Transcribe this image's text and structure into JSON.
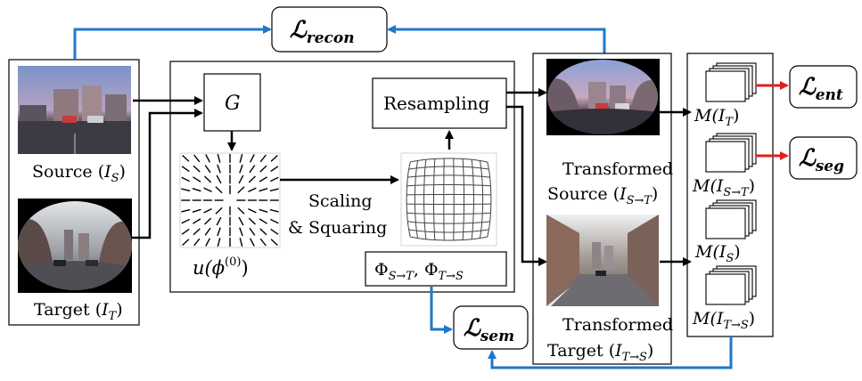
{
  "losses": {
    "recon": {
      "symbol": "ℒ",
      "subscript": "recon"
    },
    "sem": {
      "symbol": "ℒ",
      "subscript": "sem"
    },
    "ent": {
      "symbol": "ℒ",
      "subscript": "ent"
    },
    "seg": {
      "symbol": "ℒ",
      "subscript": "seg"
    }
  },
  "inputs": {
    "source_label": "Source (",
    "source_var": "I",
    "source_sub": "S",
    "target_label": "Target (",
    "target_var": "I",
    "target_sub": "T"
  },
  "network": {
    "generator": "G",
    "field_label": "u(ϕ",
    "field_sup": "(0)",
    "scaling_line1": "Scaling",
    "scaling_line2": "& Squaring",
    "resampling": "Resampling",
    "phi_label": "Φ",
    "phi_sub_st": "S→T",
    "phi_sub_ts": "T→S"
  },
  "outputs": {
    "ts_line1": "Transformed",
    "ts_line2": "Source (",
    "ts_sub": "S→T",
    "tt_line1": "Transformed",
    "tt_line2": "Target (",
    "tt_sub": "T→S"
  },
  "masks": [
    {
      "prefix": "M(",
      "var": "I",
      "sub": "T"
    },
    {
      "prefix": "M(",
      "var": "I",
      "sub": "S→T"
    },
    {
      "prefix": "M(",
      "var": "I",
      "sub": "S"
    },
    {
      "prefix": "M(",
      "var": "I",
      "sub": "T→S"
    }
  ],
  "colors": {
    "blue_arrow": "#1f77c8",
    "red_arrow": "#e02020",
    "black_arrow": "#000000"
  }
}
